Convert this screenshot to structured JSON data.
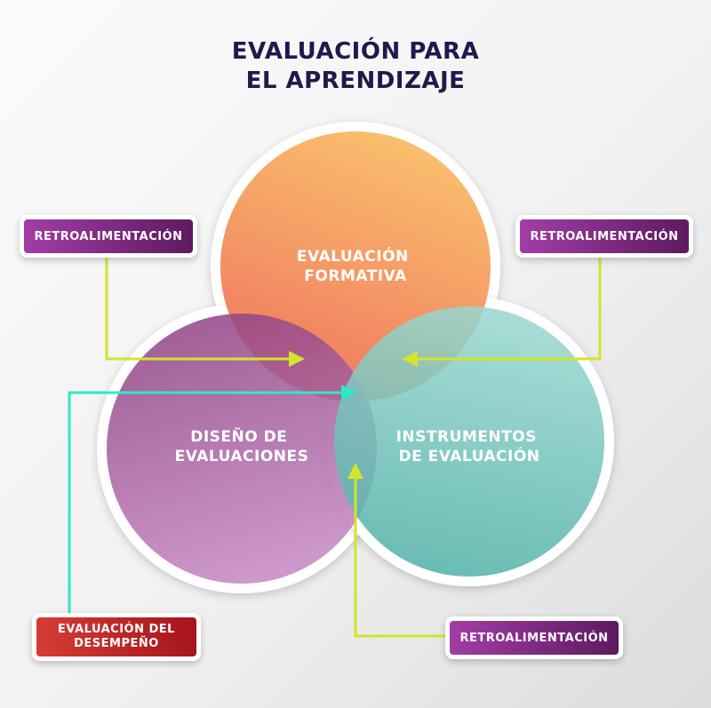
{
  "title": {
    "line1": "EVALUACIÓN PARA",
    "line2": "EL APRENDIZAJE"
  },
  "circles": {
    "formativa": {
      "line1": "EVALUACIÓN",
      "line2": "FORMATIVA",
      "color_top": "#f9be66",
      "color_bottom": "#ef6f56"
    },
    "diseno": {
      "line1": "DISEÑO DE",
      "line2": "EVALUACIONES",
      "color_top": "#8d3f81",
      "color_bottom": "#c487c2"
    },
    "instrumentos": {
      "line1": "INSTRUMENTOS",
      "line2": "DE EVALUACIÓN",
      "color_top": "#9ad8d0",
      "color_bottom": "#4fb0a7"
    }
  },
  "tags": {
    "left": "RETROALIMENTACIÓN",
    "right": "RETROALIMENTACIÓN",
    "bottom": "RETROALIMENTACIÓN",
    "performance": {
      "line1": "EVALUACIÓN DEL",
      "line2": "DESEMPEÑO"
    }
  },
  "colors": {
    "feedback_arrow": "#d4e42a",
    "performance_arrow": "#2ee8c8",
    "title": "#1f1a4c"
  }
}
